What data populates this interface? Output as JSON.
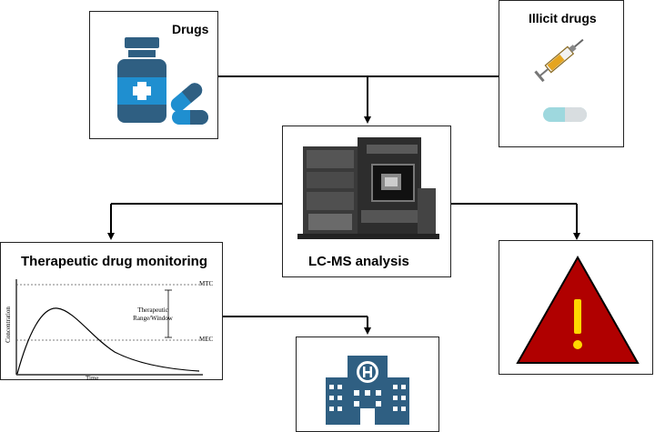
{
  "drugs_box": {
    "title": "Drugs",
    "icon": "medicine-bottle-and-capsules-icon"
  },
  "illicit_box": {
    "title": "Illicit drugs",
    "icons": [
      "syringe-icon",
      "pill-capsule-icon"
    ]
  },
  "lcms_box": {
    "title": "LC-MS analysis",
    "icon": "lc-ms-instrument-image"
  },
  "tdm_box": {
    "title": "Therapeutic drug monitoring",
    "graph": {
      "ylabel": "Concentration",
      "xlabel": "Time",
      "upper_line": "MTC",
      "lower_line": "MEC",
      "window_label_1": "Therapeutic",
      "window_label_2": "Range/Window"
    }
  },
  "hospital_box": {
    "icon": "hospital-building-icon",
    "color": "#2f5f82"
  },
  "warning_box": {
    "icon": "warning-triangle-icon",
    "fill": "#b00000",
    "mark": "!",
    "mark_color": "#ffd700"
  },
  "colors": {
    "drug_blue": "#2f5f82",
    "capsule_light": "#9ed8de"
  }
}
